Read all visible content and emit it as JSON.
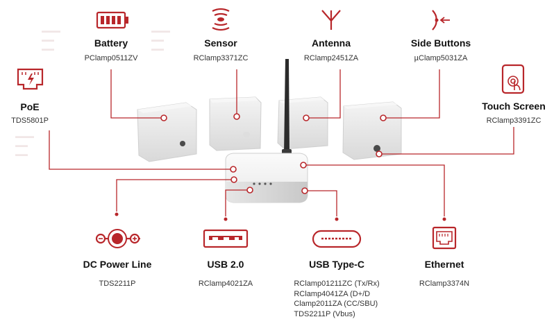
{
  "accent_color": "#b8262a",
  "top_features": [
    {
      "title": "Battery",
      "part": "PClamp0511ZV",
      "icon": "battery-icon"
    },
    {
      "title": "Sensor",
      "part": "RClamp3371ZC",
      "icon": "sensor-waves-icon"
    },
    {
      "title": "Antenna",
      "part": "RClamp2451ZA",
      "icon": "antenna-icon"
    },
    {
      "title": "Side Buttons",
      "part": "µClamp5031ZA",
      "icon": "side-button-icon"
    }
  ],
  "side_features": [
    {
      "title": "PoE",
      "part": "TDS5801P",
      "icon": "poe-port-icon"
    },
    {
      "title": "Touch Screen",
      "part": "RClamp3391ZC",
      "icon": "touch-screen-icon"
    }
  ],
  "bottom_features": [
    {
      "title": "DC Power Line",
      "parts": [
        "TDS2211P"
      ],
      "icon": "dc-power-icon"
    },
    {
      "title": "USB 2.0",
      "parts": [
        "RClamp4021ZA"
      ],
      "icon": "usb-port-icon"
    },
    {
      "title": "USB Type-C",
      "parts": [
        "RClamp01211ZC (Tx/Rx)",
        "RClamp4041ZA (D+/D",
        "Clamp2011ZA (CC/SBU)",
        "TDS2211P (Vbus)"
      ],
      "icon": "usb-c-port-icon"
    },
    {
      "title": "Ethernet",
      "parts": [
        "RClamp3374N"
      ],
      "icon": "ethernet-port-icon"
    }
  ]
}
